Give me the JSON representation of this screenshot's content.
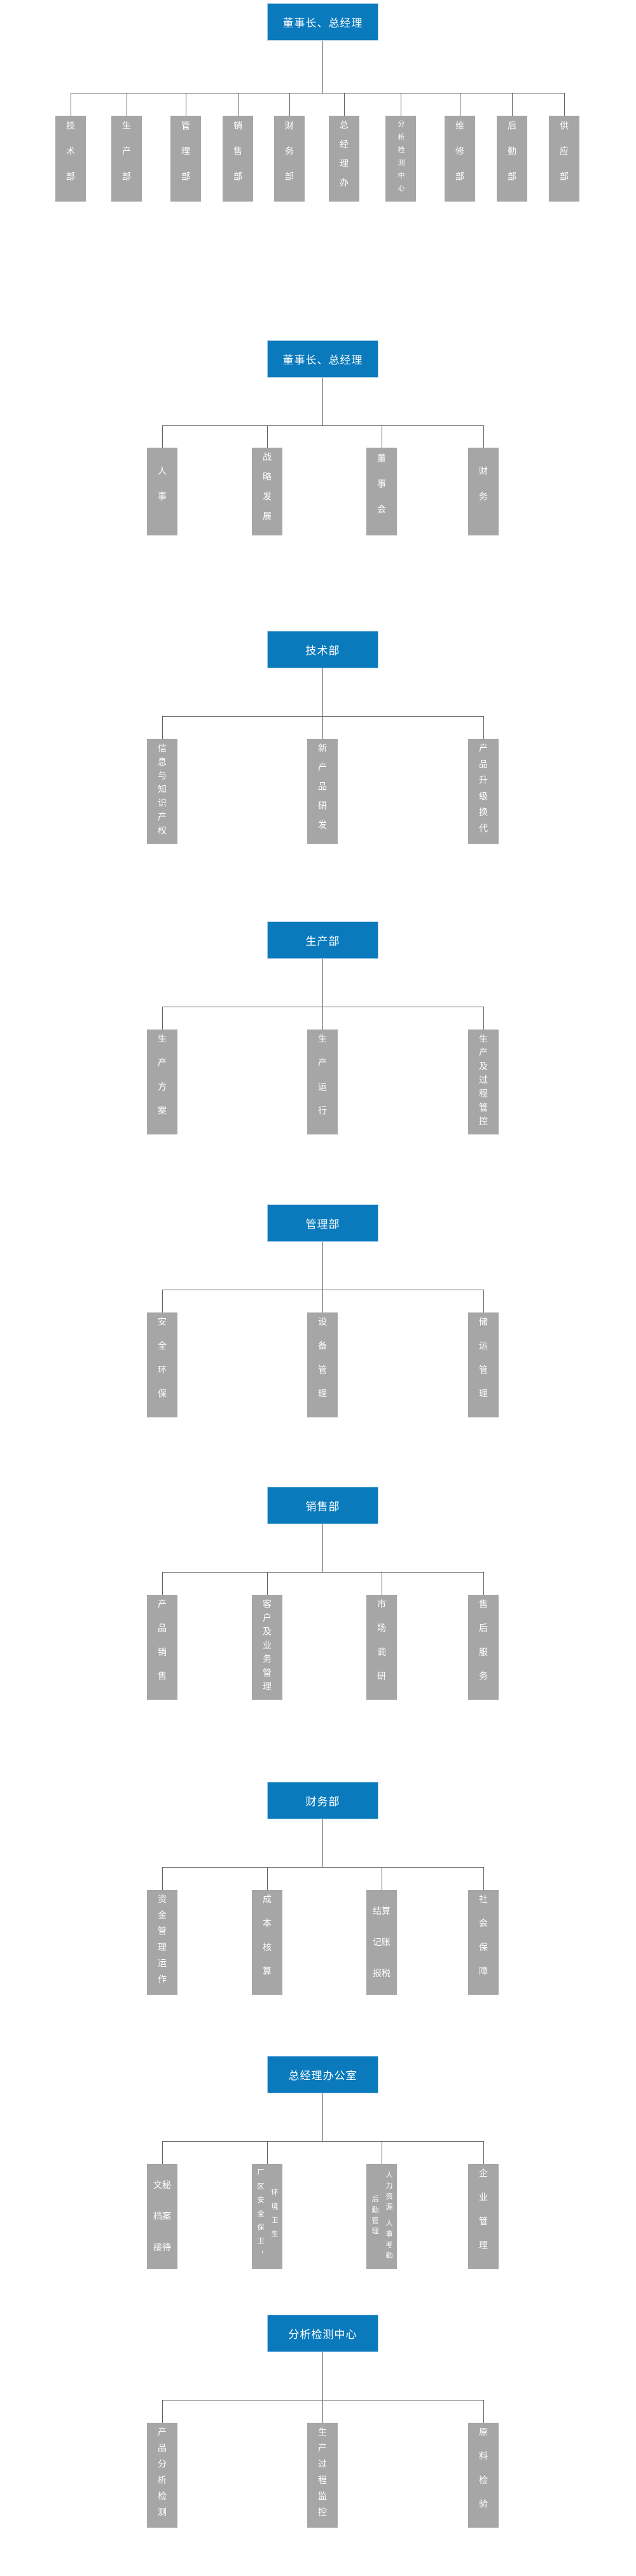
{
  "colors": {
    "header_bg": "#0a7abc",
    "header_border": "#aed0e8",
    "header_text": "#ffffff",
    "node_bg": "#a6a6a6",
    "node_text": "#ffffff",
    "connector": "#606060",
    "page_bg": "#ffffff"
  },
  "charts": [
    {
      "id": "company-overview",
      "root": "董事长、总经理",
      "children": [
        {
          "label": "技术部",
          "orientation": "vertical"
        },
        {
          "label": "生产部",
          "orientation": "vertical"
        },
        {
          "label": "管理部",
          "orientation": "vertical"
        },
        {
          "label": "销售部",
          "orientation": "vertical"
        },
        {
          "label": "财务部",
          "orientation": "vertical"
        },
        {
          "label": "总经理办",
          "orientation": "vertical"
        },
        {
          "label": "分析检测中心",
          "orientation": "vertical",
          "size": "small"
        },
        {
          "label": "维修部",
          "orientation": "vertical"
        },
        {
          "label": "后勤部",
          "orientation": "vertical"
        },
        {
          "label": "供应部",
          "orientation": "vertical"
        }
      ]
    },
    {
      "id": "chairman-general-manager",
      "root": "董事长、总经理",
      "children": [
        {
          "label": "人事",
          "orientation": "vertical"
        },
        {
          "label": "战略发展",
          "orientation": "vertical"
        },
        {
          "label": "董事会",
          "orientation": "vertical"
        },
        {
          "label": "财务",
          "orientation": "vertical"
        }
      ]
    },
    {
      "id": "technology-dept",
      "root": "技术部",
      "children": [
        {
          "label": "信息与知识产权",
          "orientation": "vertical"
        },
        {
          "label": "新产品研发",
          "orientation": "vertical"
        },
        {
          "label": "产品升级换代",
          "orientation": "vertical"
        }
      ]
    },
    {
      "id": "production-dept",
      "root": "生产部",
      "children": [
        {
          "label": "生产方案",
          "orientation": "vertical"
        },
        {
          "label": "生产运行",
          "orientation": "vertical"
        },
        {
          "label": "生产及过程管控",
          "orientation": "vertical"
        }
      ]
    },
    {
      "id": "management-dept",
      "root": "管理部",
      "children": [
        {
          "label": "安全环保",
          "orientation": "vertical"
        },
        {
          "label": "设备管理",
          "orientation": "vertical"
        },
        {
          "label": "储运管理",
          "orientation": "vertical"
        }
      ]
    },
    {
      "id": "sales-dept",
      "root": "销售部",
      "children": [
        {
          "label": "产品销售",
          "orientation": "vertical"
        },
        {
          "label": "客户及业务管理",
          "orientation": "vertical"
        },
        {
          "label": "市场调研",
          "orientation": "vertical"
        },
        {
          "label": "售后服务",
          "orientation": "vertical"
        }
      ]
    },
    {
      "id": "finance-dept",
      "root": "财务部",
      "children": [
        {
          "label": "资金管理运作",
          "orientation": "vertical"
        },
        {
          "label": "成本核算",
          "orientation": "vertical"
        },
        {
          "label": "结算\n记账\n报税",
          "orientation": "horizontal"
        },
        {
          "label": "社会保障",
          "orientation": "vertical"
        }
      ]
    },
    {
      "id": "gm-office",
      "root": "总经理办公室",
      "children": [
        {
          "label": "文秘\n档案\n接待",
          "orientation": "horizontal"
        },
        {
          "label": "环境卫生\n厂区安全保卫，",
          "orientation": "vertical",
          "size": "small"
        },
        {
          "label": "人力资源 人事考勤\n后勤管理",
          "orientation": "vertical",
          "size": "small"
        },
        {
          "label": "企业管理",
          "orientation": "vertical"
        }
      ]
    },
    {
      "id": "analysis-testing-center",
      "root": "分析检测中心",
      "children": [
        {
          "label": "产品分析检测",
          "orientation": "vertical"
        },
        {
          "label": "生产过程监控",
          "orientation": "vertical"
        },
        {
          "label": "原料检验",
          "orientation": "vertical"
        }
      ]
    }
  ]
}
